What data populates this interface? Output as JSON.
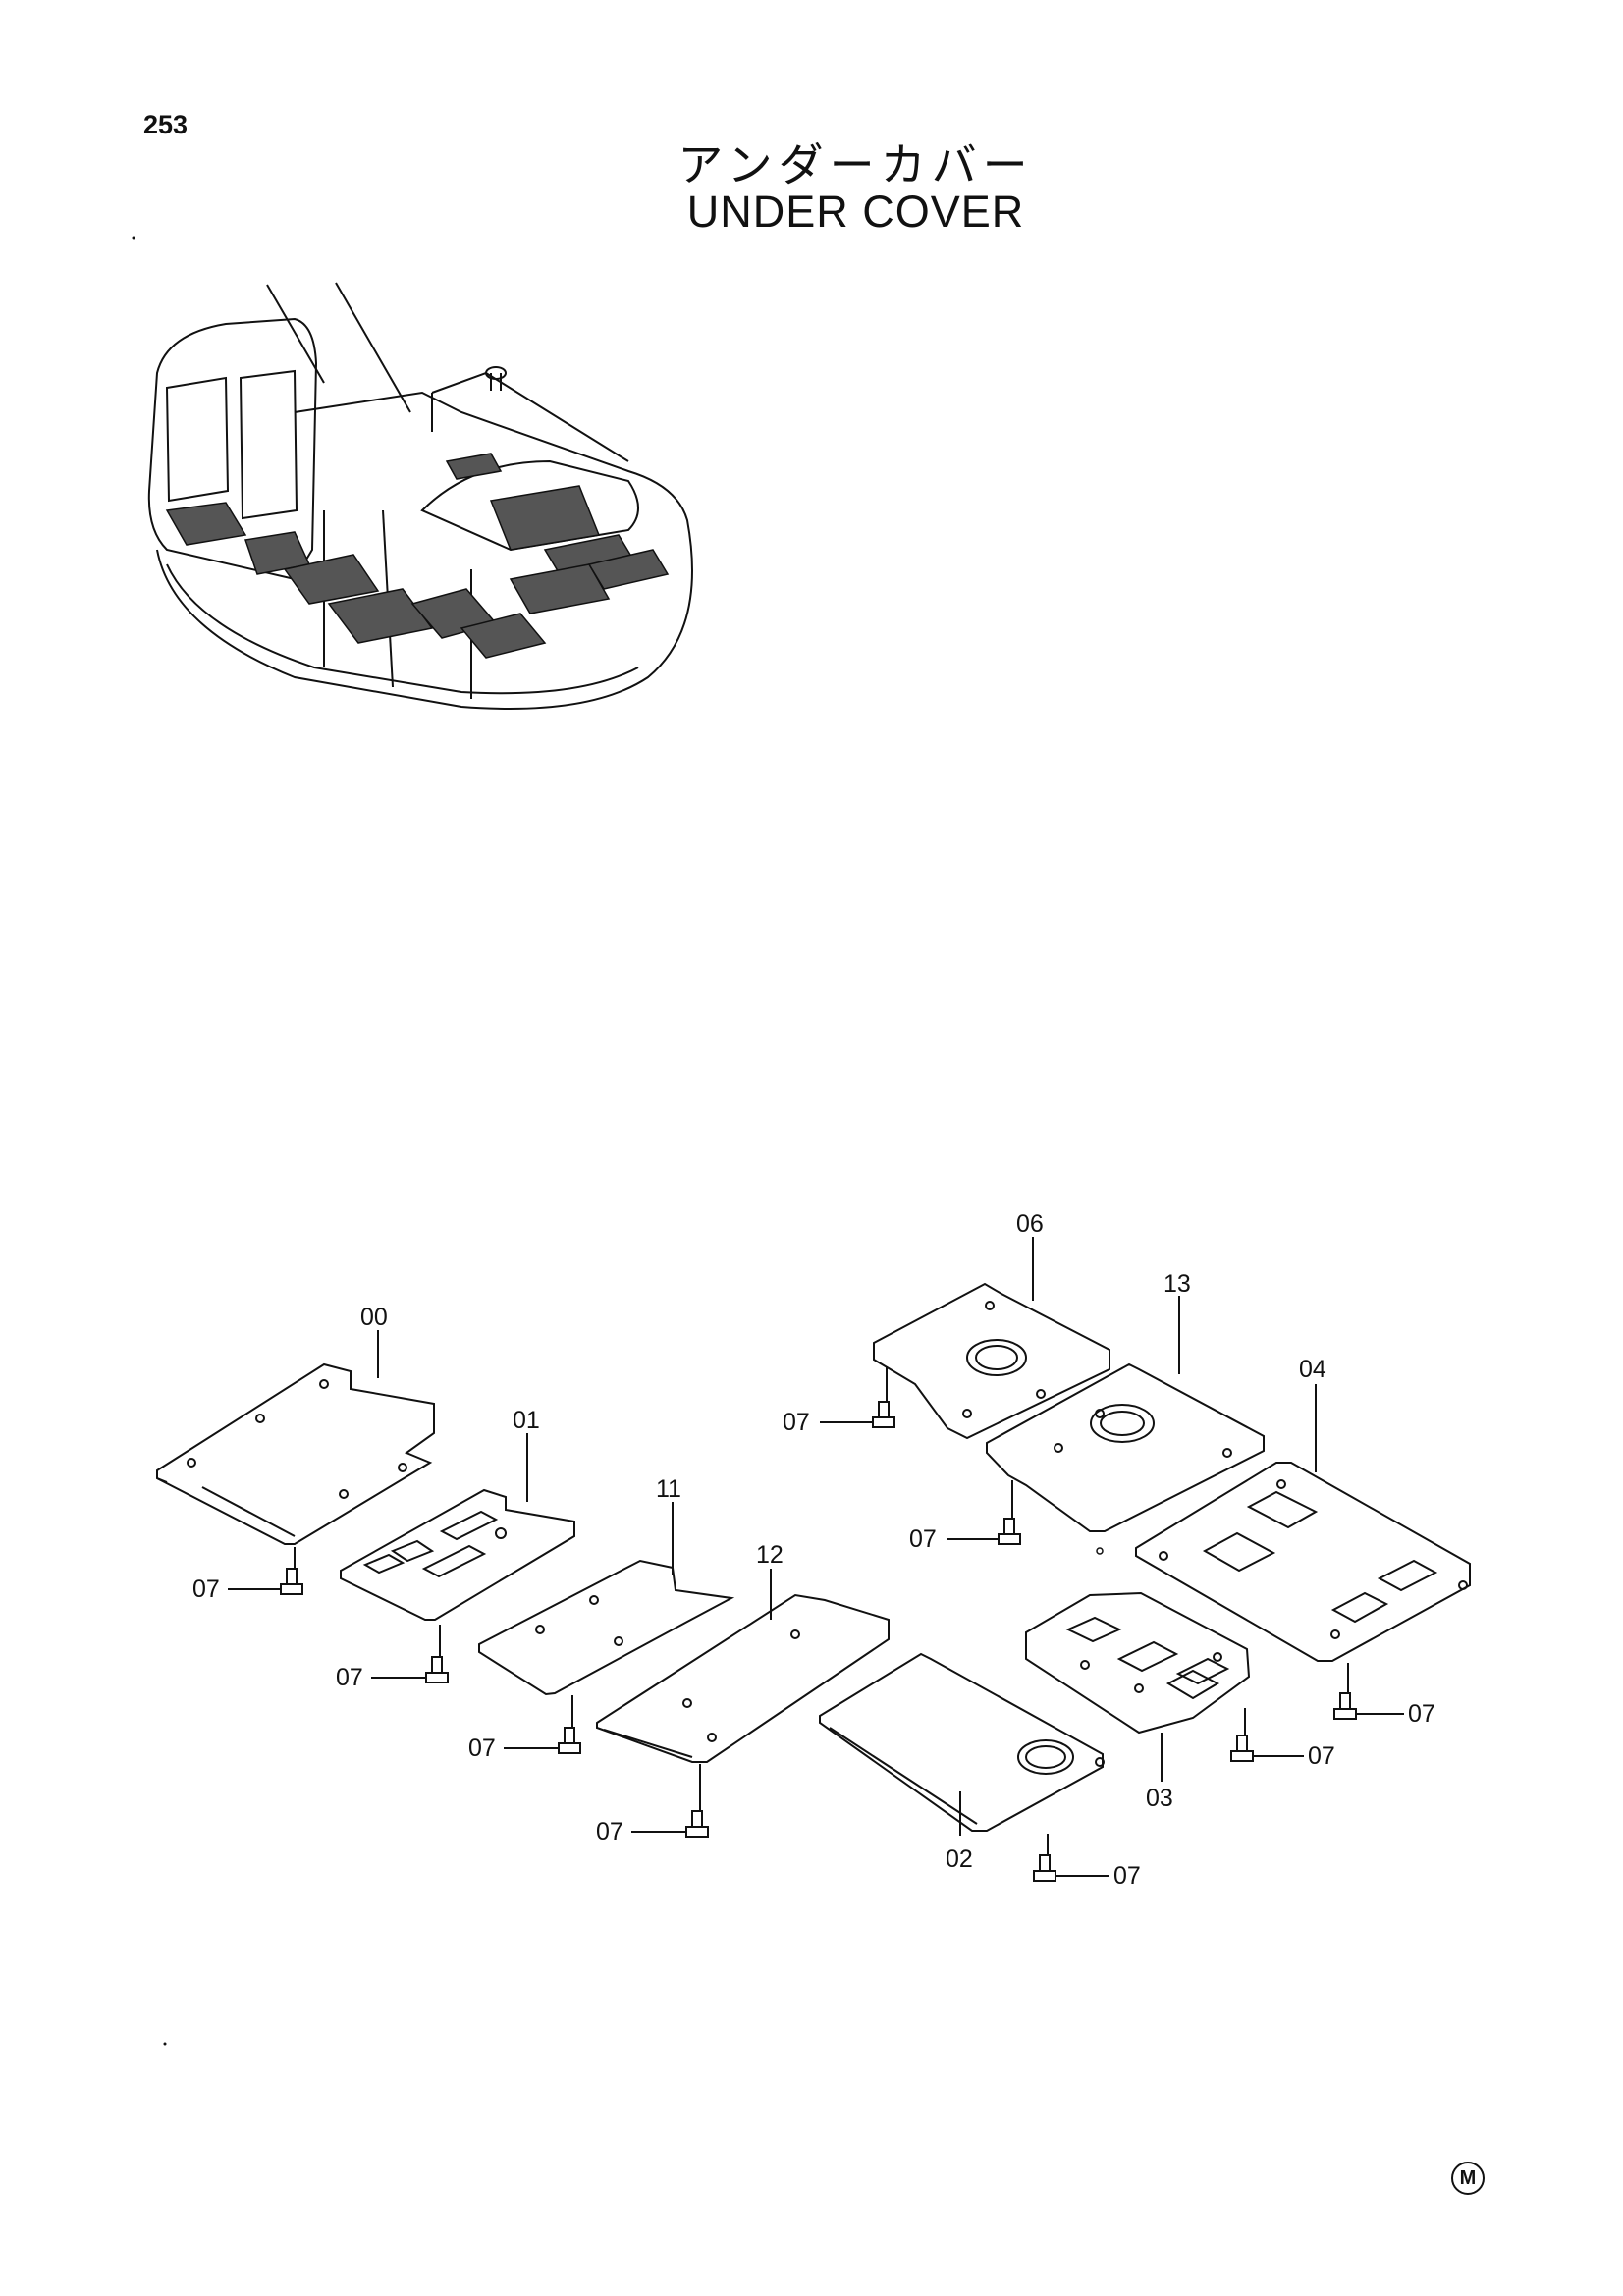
{
  "page": {
    "number": "253",
    "title_jp": "アンダーカバー",
    "title_en": "UNDER COVER",
    "mark": "M"
  },
  "callouts": {
    "c00": "00",
    "c01": "01",
    "c11": "11",
    "c12": "12",
    "c06": "06",
    "c13": "13",
    "c04": "04",
    "c02": "02",
    "c03": "03",
    "bolt": "07"
  },
  "icons": [
    "excavator-overview-drawing",
    "bolt-icon",
    "registered-mark-icon"
  ]
}
